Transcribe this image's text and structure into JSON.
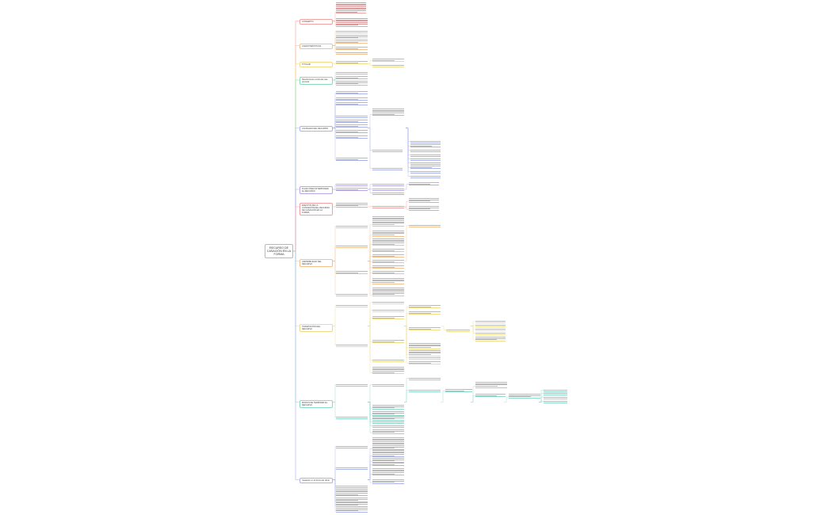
{
  "root": {
    "title": "RECURSO DE CASACIÓN EN LA FORMA"
  },
  "branches": [
    {
      "label": "CONCEPTO",
      "color": "#f3a0a0"
    },
    {
      "label": "CARACTERISTICAS",
      "color": "#f5c08a"
    },
    {
      "label": "TITULAR",
      "color": "#f0dc84"
    },
    {
      "label": "Resoluciones contra las que procede",
      "color": "#86dcb8"
    },
    {
      "label": "CAUSALES DEL RECURSO",
      "color": "#a9b4ef"
    },
    {
      "label": "PLAZO PARA INTERPONER EL RECURSO",
      "color": "#b7a6e8"
    },
    {
      "label": "EFECTOS DE LA CONCESIÓN DEL RECURSO DE CASACIÓN EN LA FORMA",
      "color": "#f3a0a0"
    },
    {
      "label": "ADMISIBILIDAD DEL RECURSO",
      "color": "#f5c08a"
    },
    {
      "label": "TRAMITACIÓN DEL RECURSO",
      "color": "#f0dc84"
    },
    {
      "label": "MODOS DE TERMINAR EL RECURSO",
      "color": "#86dcc8"
    },
    {
      "label": "Casación en la forma de oficio",
      "color": "#a9b4ef"
    }
  ]
}
